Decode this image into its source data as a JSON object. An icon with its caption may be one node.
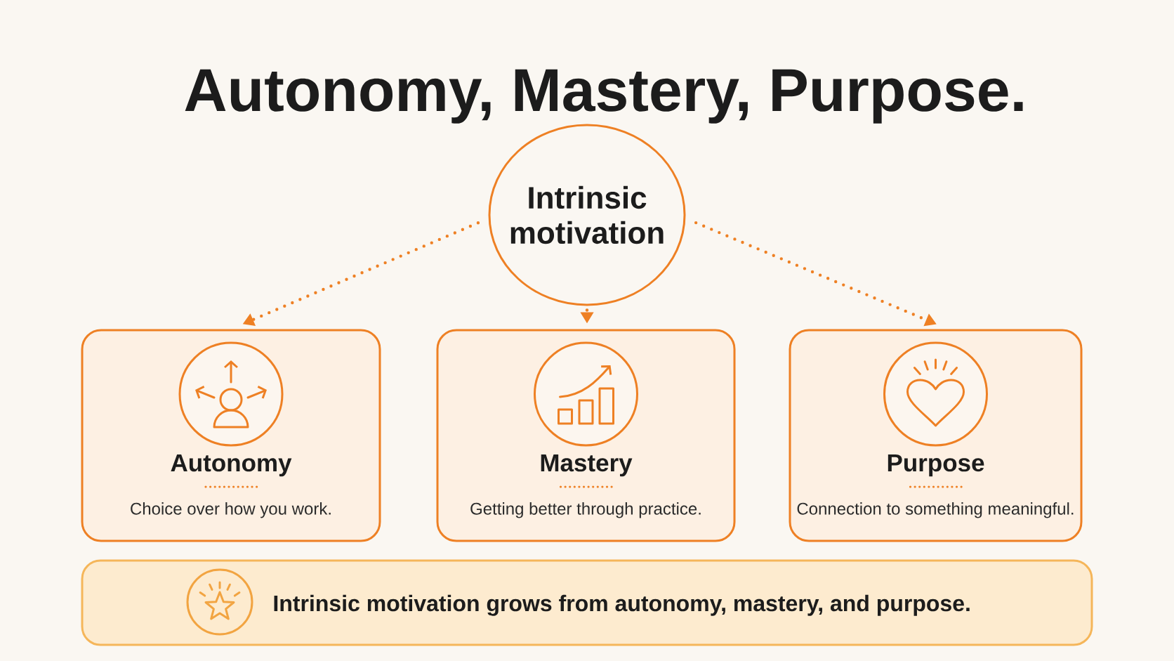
{
  "diagram": {
    "title": "Autonomy, Mastery, Purpose.",
    "nodes": [
      {
        "text": [
          "Intrinsic motivation"
        ]
      },
      {
        "text": [
          "Autonomy",
          "Choice over how you work."
        ]
      },
      {
        "text": [
          "Mastery",
          "Getting better through practice."
        ]
      },
      {
        "text": [
          "Purpose",
          "Connection to something meaningful."
        ]
      },
      {
        "text": [
          "Intrinsic motivation grows from autonomy, mastery, and purpose."
        ]
      }
    ],
    "edges": [
      {
        "from": 0,
        "to": 1,
        "arrow": "to",
        "style": "dashed"
      },
      {
        "from": 0,
        "to": 2,
        "arrow": "to",
        "style": "dashed"
      },
      {
        "from": 0,
        "to": 3,
        "arrow": "to",
        "style": "dashed"
      }
    ]
  }
}
